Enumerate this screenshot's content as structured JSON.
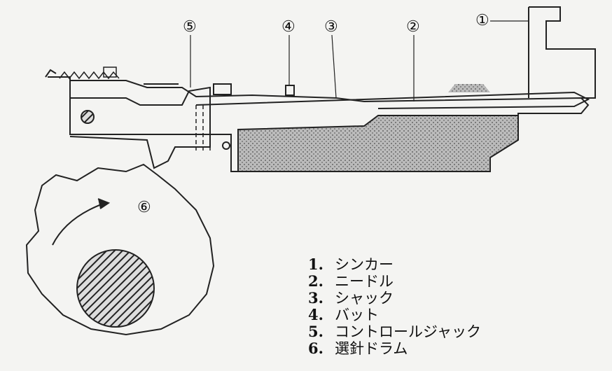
{
  "callouts": {
    "c1": "①",
    "c2": "②",
    "c3": "③",
    "c4": "④",
    "c5": "⑤",
    "c6": "⑥"
  },
  "legend": [
    {
      "num": "1.",
      "label": "シンカー"
    },
    {
      "num": "2.",
      "label": "ニードル"
    },
    {
      "num": "3.",
      "label": "シャック"
    },
    {
      "num": "4.",
      "label": "バット"
    },
    {
      "num": "5.",
      "label": "コントロールジャック"
    },
    {
      "num": "6.",
      "label": "選針ドラム"
    }
  ]
}
